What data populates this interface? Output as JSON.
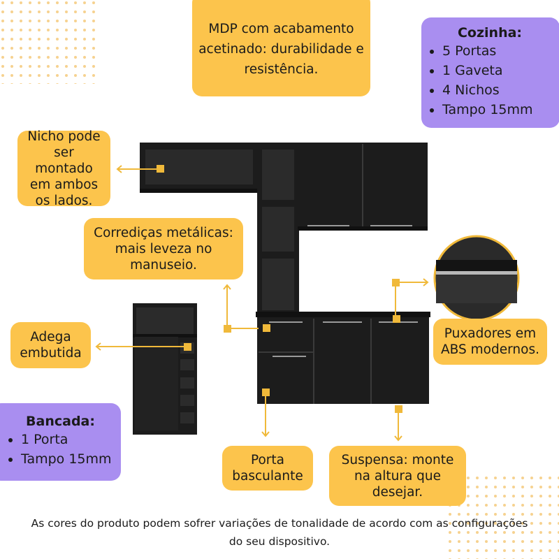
{
  "callouts": {
    "mdp": "MDP com acabamento acetinado: durabilidade e resistência.",
    "nicho": "Nicho pode ser montado em ambos os lados.",
    "corredicas": "Corrediças metálicas: mais leveza no manuseio.",
    "adega": "Adega embutida",
    "puxadores": "Puxadores em ABS modernos.",
    "porta": "Porta basculante",
    "suspensa": "Suspensa: monte na altura que desejar."
  },
  "cozinha": {
    "title": "Cozinha:",
    "items": [
      "5 Portas",
      "1 Gaveta",
      "4 Nichos",
      "Tampo 15mm"
    ]
  },
  "bancada": {
    "title": "Bancada:",
    "items": [
      "1 Porta",
      "Tampo 15mm"
    ]
  },
  "footer": "As cores do produto podem sofrer variações de tonalidade de acordo com as configurações do seu dispositivo.",
  "colors": {
    "callout_yellow": "#fcc44c",
    "info_purple": "#a98ef0",
    "cabinet_black": "#1c1c1c"
  }
}
